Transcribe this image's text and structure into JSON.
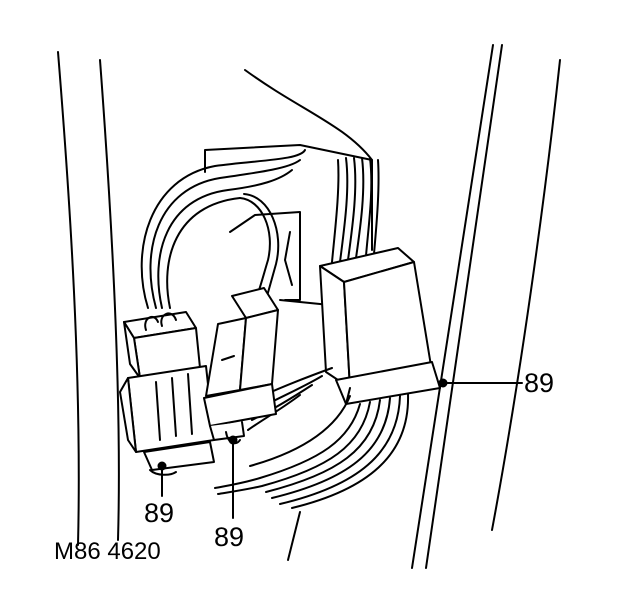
{
  "figure": {
    "reference": "M86 4620",
    "callouts": [
      {
        "id": "right",
        "text": "89"
      },
      {
        "id": "left-lower",
        "text": "89"
      },
      {
        "id": "center-lower",
        "text": "89"
      }
    ]
  },
  "colors": {
    "ink": "#000000",
    "paper": "#ffffff",
    "shade": "#e6e6e6"
  }
}
